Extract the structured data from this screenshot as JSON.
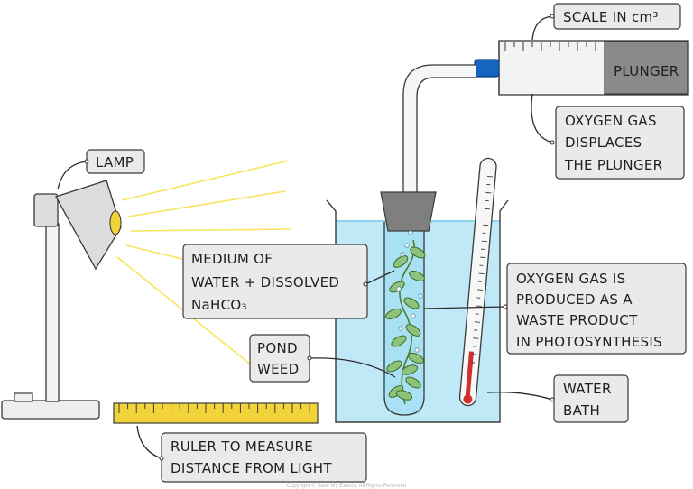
{
  "labels": {
    "scale": "SCALE IN cm³",
    "plunger": "PLUNGER",
    "oxygen_displaces": [
      "OXYGEN GAS",
      "DISPLACES",
      "THE PLUNGER"
    ],
    "lamp": "LAMP",
    "medium": [
      "MEDIUM OF",
      "WATER + DISSOLVED",
      "NaHCO₃"
    ],
    "oxygen_produced": [
      "OXYGEN GAS IS",
      "PRODUCED AS A",
      "WASTE PRODUCT",
      "IN PHOTOSYNTHESIS"
    ],
    "pond_weed": [
      "POND",
      "WEED"
    ],
    "water_bath": [
      "WATER",
      "BATH"
    ],
    "ruler": [
      "RULER TO MEASURE",
      "DISTANCE FROM LIGHT"
    ]
  },
  "footer": "Copyright © Save My Exams. All Rights Reserved",
  "colors": {
    "water": "#bfe9f7",
    "water_edge": "#8fd3ea",
    "ruler": "#f2d43a",
    "light_ray": "#f7e55b",
    "bulb": "#f2d43a",
    "connector": "#1565c0",
    "plunger": "#8a8a8a",
    "box_fill": "#eaeaea",
    "leaf": "#8dc27a",
    "thermo_liquid": "#d32f2f"
  }
}
